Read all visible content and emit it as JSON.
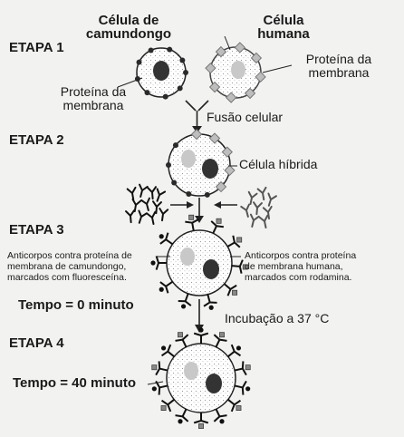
{
  "stages": {
    "s1": "ETAPA 1",
    "s2": "ETAPA 2",
    "s3": "ETAPA 3",
    "s4": "ETAPA 4"
  },
  "cells": {
    "mouse_line1": "Célula de",
    "mouse_line2": "camundongo",
    "human_line1": "Célula",
    "human_line2": "humana",
    "hybrid": "Célula híbrida"
  },
  "proteins": {
    "human_line1": "Proteína da",
    "human_line2": "membrana",
    "mouse_line1": "Proteína da",
    "mouse_line2": "membrana"
  },
  "steps": {
    "fusion": "Fusão celular",
    "incubation": "Incubação a 37 °C"
  },
  "antibodies": {
    "mouse_line1": "Anticorpos contra proteína de",
    "mouse_line2": "membrana de camundongo,",
    "mouse_line3": "marcados com fluoresceína.",
    "human_line1": "Anticorpos contra proteína",
    "human_line2": "de membrana humana,",
    "human_line3": "marcados com rodamina."
  },
  "times": {
    "t0": "Tempo = 0 minuto",
    "t40": "Tempo = 40 minuto"
  },
  "colors": {
    "mouse_protein": "#2a2a2a",
    "human_protein": "#bdbdbd",
    "nucleus_dark": "#333333",
    "nucleus_light": "#c8c8c8"
  }
}
